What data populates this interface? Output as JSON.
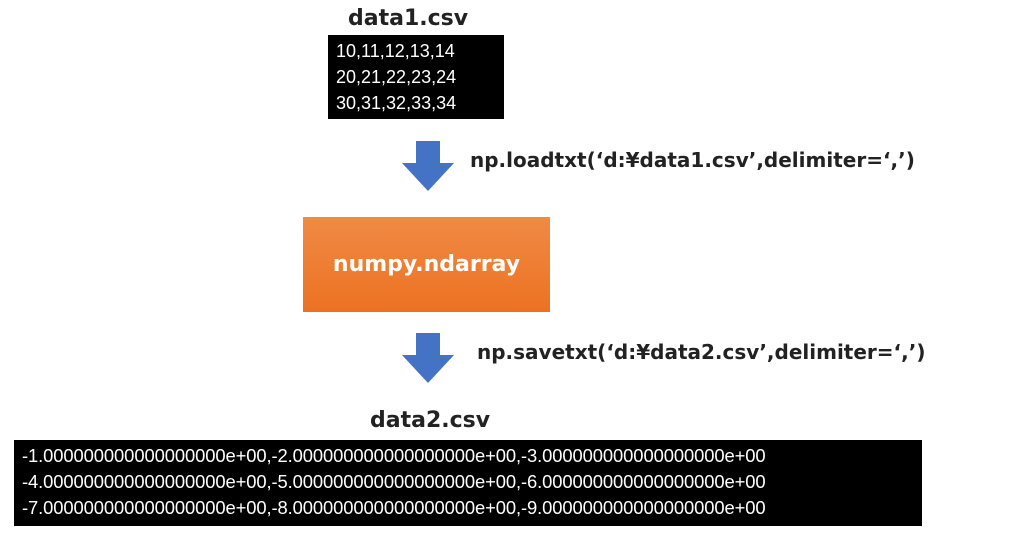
{
  "input_file": {
    "title": "data1.csv",
    "lines": [
      "10,11,12,13,14",
      "20,21,22,23,24",
      "30,31,32,33,34"
    ]
  },
  "load_step": {
    "code": "np.loadtxt(‘d:¥data1.csv’,delimiter=‘,’)"
  },
  "array_node": {
    "label": "numpy.ndarray"
  },
  "save_step": {
    "code": "np.savetxt(‘d:¥data2.csv’,delimiter=‘,’)"
  },
  "output_file": {
    "title": "data2.csv",
    "lines": [
      "-1.000000000000000000e+00,-2.000000000000000000e+00,-3.000000000000000000e+00",
      "-4.000000000000000000e+00,-5.000000000000000000e+00,-6.000000000000000000e+00",
      "-7.000000000000000000e+00,-8.000000000000000000e+00,-9.000000000000000000e+00"
    ]
  },
  "colors": {
    "arrow": "#4472c4",
    "array_box": "#ed7d31",
    "csv_background": "#000000",
    "csv_text": "#ffffff"
  }
}
